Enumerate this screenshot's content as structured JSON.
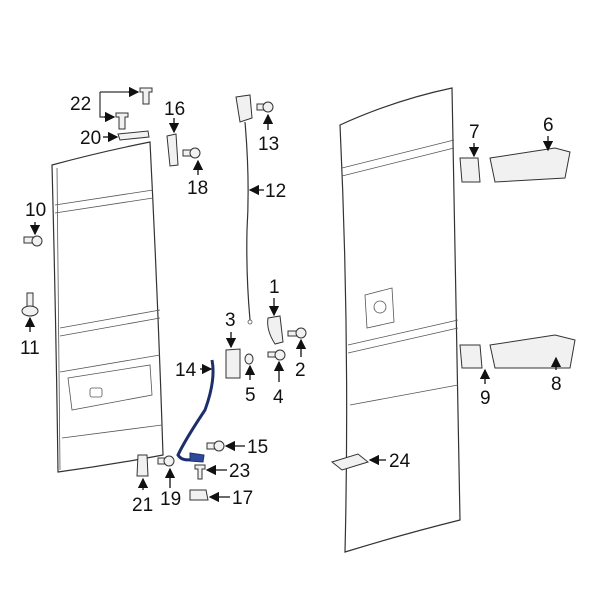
{
  "diagram": {
    "accent_color": "#1c2f6b",
    "callouts": {
      "c1": "1",
      "c2": "2",
      "c3": "3",
      "c4": "4",
      "c5": "5",
      "c6": "6",
      "c7": "7",
      "c8": "8",
      "c9": "9",
      "c10": "10",
      "c11": "11",
      "c12": "12",
      "c13": "13",
      "c14": "14",
      "c15": "15",
      "c16": "16",
      "c17": "17",
      "c18": "18",
      "c19": "19",
      "c20": "20",
      "c21": "21",
      "c22": "22",
      "c23": "23",
      "c24": "24"
    }
  }
}
